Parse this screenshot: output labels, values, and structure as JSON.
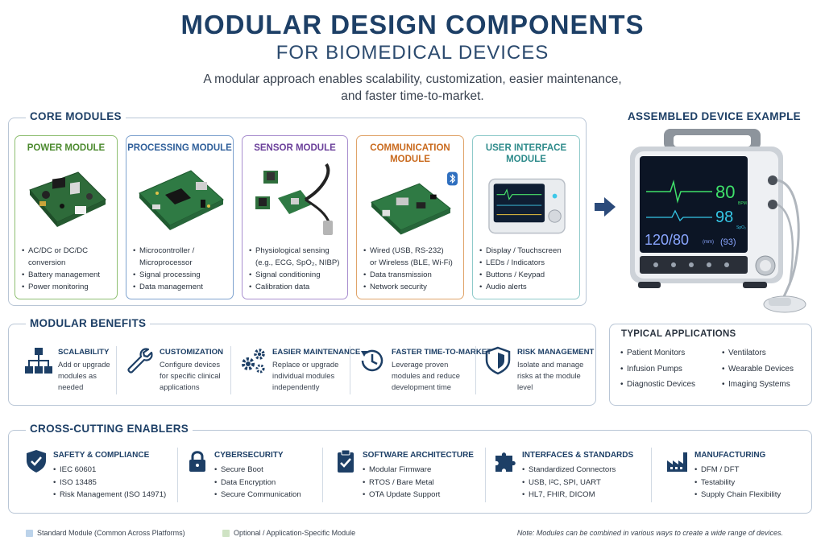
{
  "header": {
    "title": "MODULAR DESIGN COMPONENTS",
    "subtitle": "FOR BIOMEDICAL DEVICES",
    "description_line1": "A modular approach enables scalability, customization, easier maintenance,",
    "description_line2": "and faster time-to-market."
  },
  "core_modules": {
    "section_title": "CORE MODULES",
    "modules": [
      {
        "title_line1": "POWER MODULE",
        "title_line2": "",
        "color": "#4c8a2f",
        "items": [
          "AC/DC or DC/DC",
          "conversion",
          "Battery management",
          "Power monitoring"
        ]
      },
      {
        "title_line1": "PROCESSING MODULE",
        "title_line2": "",
        "color": "#2f5f9a",
        "items": [
          "Microcontroller /",
          "Microprocessor",
          "Signal processing",
          "Data management"
        ]
      },
      {
        "title_line1": "SENSOR MODULE",
        "title_line2": "",
        "color": "#6a3f9a",
        "items": [
          "Physiological sensing",
          "(e.g., ECG, SpO₂, NIBP)",
          "Signal conditioning",
          "Calibration data"
        ]
      },
      {
        "title_line1": "COMMUNICATION",
        "title_line2": "MODULE",
        "color": "#c96a1e",
        "items": [
          "Wired (USB, RS-232)",
          "or Wireless (BLE, Wi-Fi)",
          "Data transmission",
          "Network security"
        ]
      },
      {
        "title_line1": "USER INTERFACE",
        "title_line2": "MODULE",
        "color": "#2e8b8b",
        "items": [
          "Display / Touchscreen",
          "LEDs / Indicators",
          "Buttons / Keypad",
          "Audio alerts"
        ]
      }
    ]
  },
  "assembled": {
    "section_title": "ASSEMBLED DEVICE EXAMPLE",
    "screen": {
      "hr": "80",
      "spo2": "98",
      "bp": "120/80",
      "bp_mean": "(93)",
      "hr_unit": "BPM",
      "spo2_unit": "SpO₂",
      "bp_unit": "(mm)"
    }
  },
  "benefits": {
    "section_title": "MODULAR BENEFITS",
    "items": [
      {
        "title": "SCALABILITY",
        "lines": [
          "Add or upgrade",
          "modules as",
          "needed"
        ],
        "icon": "hierarchy-icon"
      },
      {
        "title": "CUSTOMIZATION",
        "lines": [
          "Configure devices",
          "for specific clinical",
          "applications"
        ],
        "icon": "wrench-icon"
      },
      {
        "title": "EASIER MAINTENANCE",
        "lines": [
          "Replace or upgrade",
          "individual modules",
          "independently"
        ],
        "icon": "gears-icon"
      },
      {
        "title": "FASTER TIME-TO-MARKET",
        "lines": [
          "Leverage proven",
          "modules and reduce",
          "development time"
        ],
        "icon": "clock-icon"
      },
      {
        "title": "RISK MANAGEMENT",
        "lines": [
          "Isolate and manage",
          "risks at the module",
          "level"
        ],
        "icon": "shield-icon"
      }
    ]
  },
  "applications": {
    "section_title": "TYPICAL APPLICATIONS",
    "col1": [
      "Patient Monitors",
      "Infusion Pumps",
      "Diagnostic Devices"
    ],
    "col2": [
      "Ventilators",
      "Wearable Devices",
      "Imaging Systems"
    ]
  },
  "enablers": {
    "section_title": "CROSS-CUTTING ENABLERS",
    "items": [
      {
        "title": "SAFETY & COMPLIANCE",
        "items": [
          "IEC 60601",
          "ISO 13485",
          "Risk Management (ISO 14971)"
        ],
        "icon": "shield-check-icon"
      },
      {
        "title": "CYBERSECURITY",
        "items": [
          "Secure Boot",
          "Data Encryption",
          "Secure Communication"
        ],
        "icon": "lock-icon"
      },
      {
        "title": "SOFTWARE ARCHITECTURE",
        "items": [
          "Modular Firmware",
          "RTOS / Bare Metal",
          "OTA Update Support"
        ],
        "icon": "clipboard-check-icon"
      },
      {
        "title": "INTERFACES & STANDARDS",
        "items": [
          "Standardized Connectors",
          "USB, I²C, SPI, UART",
          "HL7, FHIR, DICOM"
        ],
        "icon": "puzzle-icon"
      },
      {
        "title": "MANUFACTURING",
        "items": [
          "DFM / DFT",
          "Testability",
          "Supply Chain Flexibility"
        ],
        "icon": "factory-icon"
      }
    ]
  },
  "legend": {
    "standard": "Standard Module (Common Across Platforms)",
    "optional": "Optional / Application-Specific Module",
    "standard_color": "#bcd3ea",
    "optional_color": "#cfe3c4",
    "note": "Note: Modules can be combined in various ways to create a wide range of devices."
  }
}
